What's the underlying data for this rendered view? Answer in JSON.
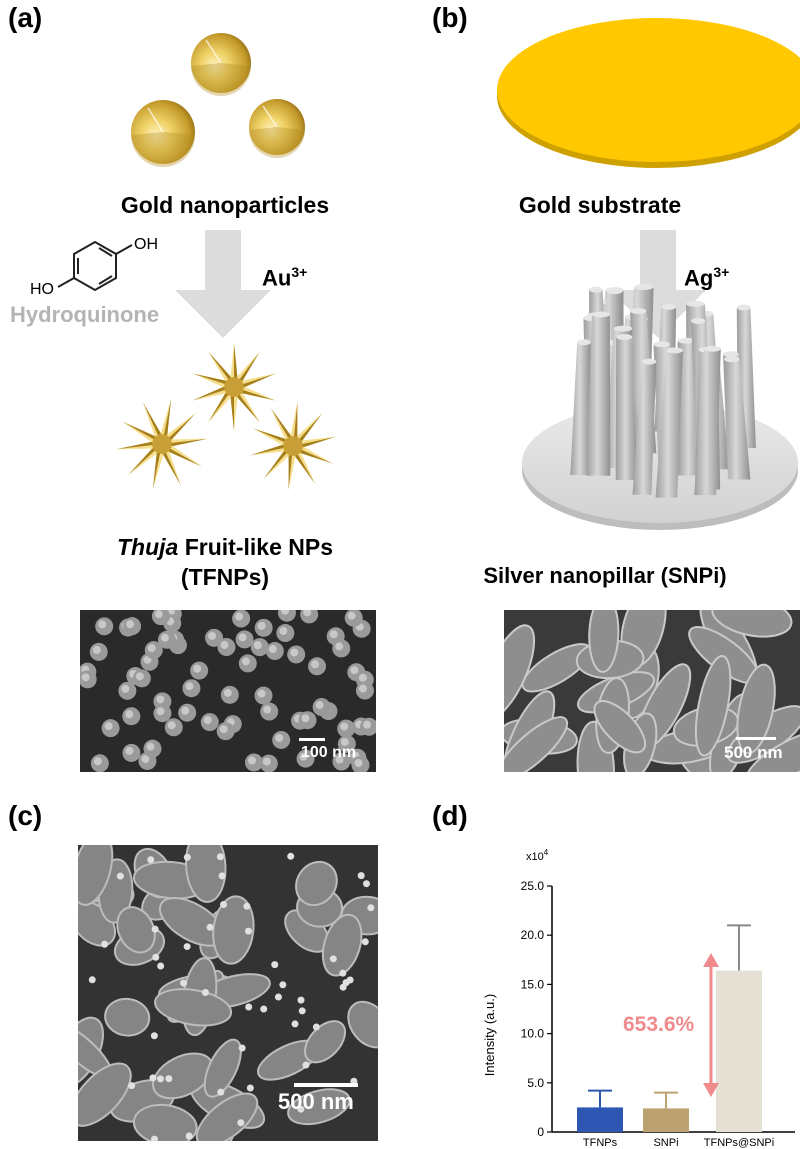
{
  "panels": {
    "a": {
      "label": "(a)",
      "top_title": "Gold nanoparticles",
      "ion_base": "Au",
      "ion_charge": "3+",
      "reagent_name": "Hydroquinone",
      "reagent_oh_top": "OH",
      "reagent_oh_bottom": "HO",
      "product_italic": "Thuja",
      "product_rest": " Fruit-like NPs",
      "product_abbr": "(TFNPs)",
      "scale_bar": "100 nm"
    },
    "b": {
      "label": "(b)",
      "top_title": "Gold substrate",
      "ion_base": "Ag",
      "ion_charge": "3+",
      "product": "Silver nanopillar (SNPi)",
      "scale_bar": "500 nm"
    },
    "c": {
      "label": "(c)",
      "scale_bar": "500 nm"
    },
    "d": {
      "label": "(d)",
      "annotation": "653.6%"
    }
  },
  "colors": {
    "gold_light": "#f3dc78",
    "gold_dark": "#a37c16",
    "substrate_gold": "#ffc800",
    "arrow_gray": "#dcdcdc",
    "hydroquinone_gray": "#b4b4b4",
    "annotation_pink": "#f08a8c",
    "bar_tfnps": "#2e56b3",
    "bar_snpi": "#bca271",
    "bar_combo": "#e4e0d4"
  },
  "chart_data": {
    "type": "bar",
    "categories": [
      "TFNPs",
      "SNPi",
      "TFNPs@SNPi"
    ],
    "values": [
      2.5,
      2.4,
      16.4
    ],
    "errors": [
      1.7,
      1.6,
      4.6
    ],
    "ylabel": "Intensity (a.u.)",
    "y_multiplier": "x10",
    "y_multiplier_exp": "4",
    "ylim": [
      0,
      25
    ],
    "yticks": [
      "0",
      "5.0",
      "10.0",
      "15.0",
      "20.0",
      "25.0"
    ],
    "bar_colors": [
      "#2e56b3",
      "#bca271",
      "#e4e0d4"
    ],
    "grid": false
  }
}
